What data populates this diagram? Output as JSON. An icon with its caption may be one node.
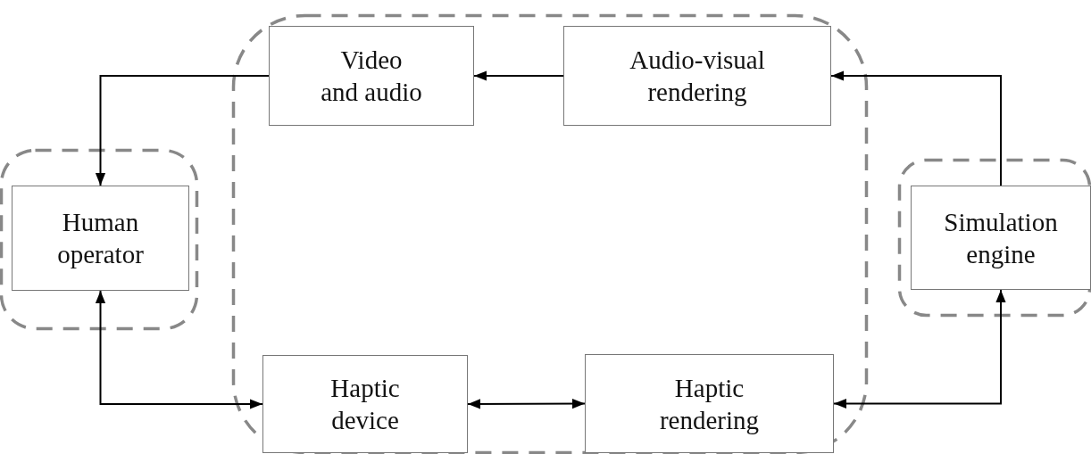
{
  "diagram": {
    "nodes": [
      {
        "text": [],
        "shape": "box"
      },
      {
        "text": [
          "Human operator"
        ],
        "in": 0
      },
      {
        "text": [],
        "shape": "box"
      },
      {
        "text": [
          "Video and audio"
        ],
        "in": 2
      },
      {
        "text": [
          "Audio-visual rendering"
        ],
        "in": 2
      },
      {
        "text": [
          "Haptic device"
        ],
        "in": 2
      },
      {
        "text": [
          "Haptic rendering"
        ],
        "in": 2
      },
      {
        "text": [],
        "shape": "box"
      },
      {
        "text": [
          "Simulation engine"
        ],
        "in": 7
      }
    ],
    "edges": [
      {
        "from": 3,
        "to": 1,
        "arrow": "to"
      },
      {
        "from": 4,
        "to": 3,
        "arrow": "to"
      },
      {
        "from": 8,
        "to": 4,
        "arrow": "to"
      },
      {
        "from": 1,
        "to": 5,
        "arrow": "both"
      },
      {
        "from": 5,
        "to": 6,
        "arrow": "both"
      },
      {
        "from": 6,
        "to": 8,
        "arrow": "both"
      }
    ]
  }
}
